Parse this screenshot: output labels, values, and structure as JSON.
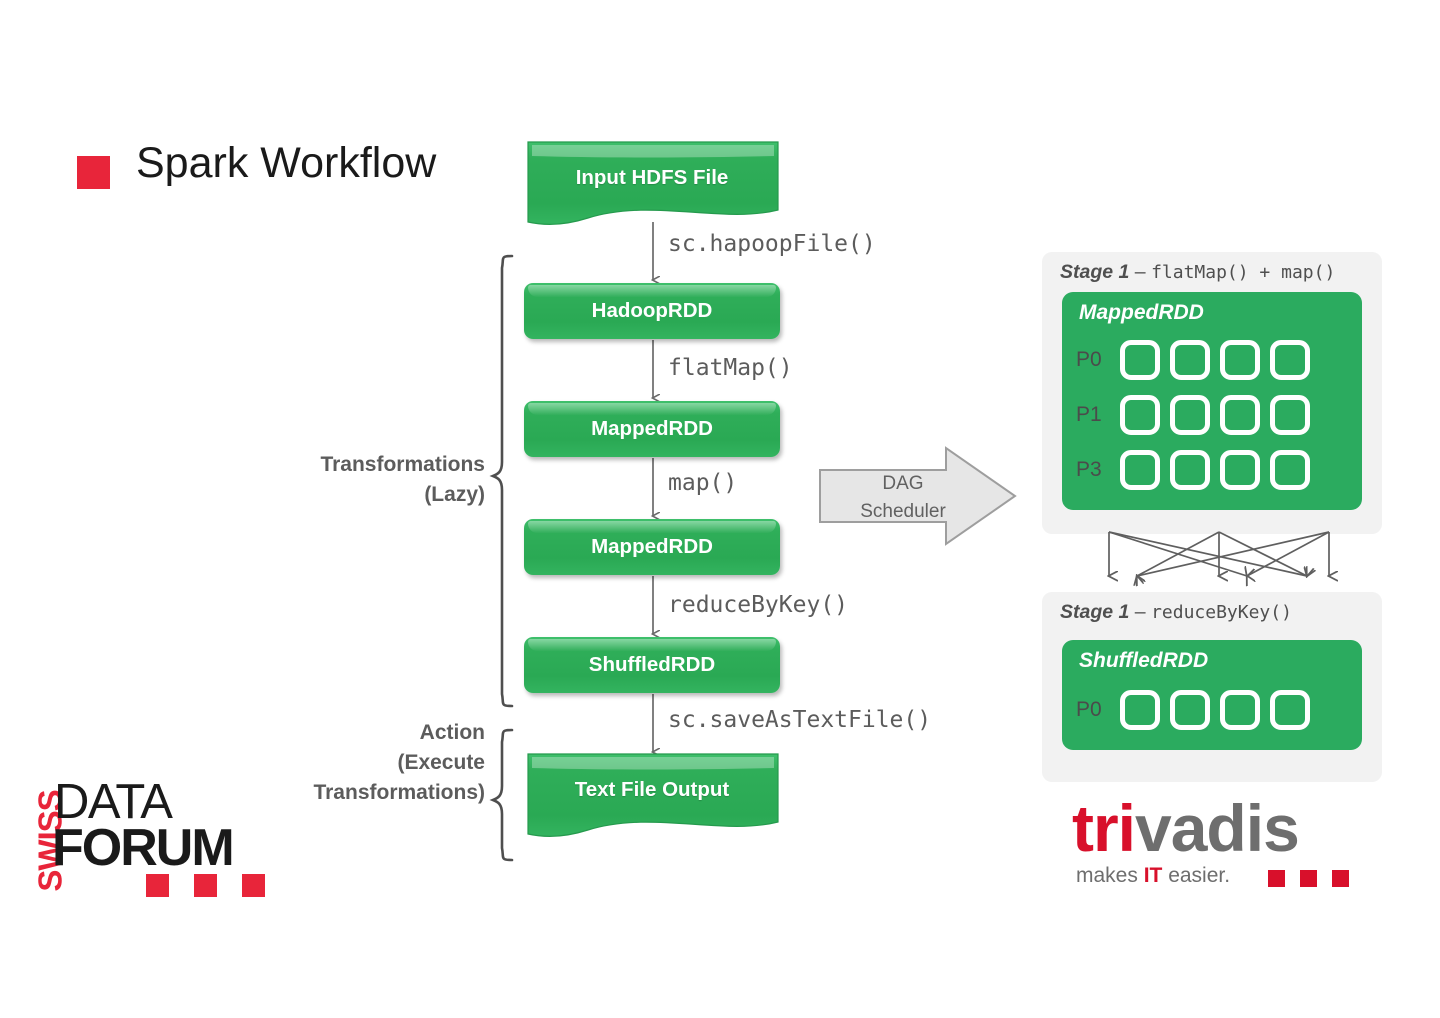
{
  "slide": {
    "title": "Spark Workflow",
    "bullet_color": "#e8253a",
    "background": "#ffffff"
  },
  "flow": {
    "nodes": [
      {
        "label": "Input HDFS File",
        "shape": "document"
      },
      {
        "label": "HadoopRDD",
        "shape": "rounded-rect"
      },
      {
        "label": "MappedRDD",
        "shape": "rounded-rect"
      },
      {
        "label": "MappedRDD",
        "shape": "rounded-rect"
      },
      {
        "label": "ShuffledRDD",
        "shape": "rounded-rect"
      },
      {
        "label": "Text File Output",
        "shape": "document"
      }
    ],
    "edges": [
      {
        "label": "sc.hapoopFile()"
      },
      {
        "label": "flatMap()"
      },
      {
        "label": "map()"
      },
      {
        "label": "reduceByKey()"
      },
      {
        "label": "sc.saveAsTextFile()"
      }
    ],
    "node_color": "#2fae59",
    "edge_label_color": "#5c5c5c"
  },
  "groups": {
    "transformations": {
      "line1": "Transformations",
      "line2": "(Lazy)"
    },
    "action": {
      "line1": "Action",
      "line2": "(Execute",
      "line3": "Transformations)"
    }
  },
  "dag_scheduler": {
    "line1": "DAG",
    "line2": "Scheduler",
    "fill": "#e6e6e6",
    "border": "#9e9e9e"
  },
  "stages": [
    {
      "name": "Stage 1",
      "dash": " – ",
      "operation": "flatMap() + map()",
      "rdd_name": "MappedRDD",
      "partitions": [
        {
          "label": "P0",
          "cells": 4
        },
        {
          "label": "P1",
          "cells": 4
        },
        {
          "label": "P3",
          "cells": 4
        }
      ],
      "panel_bg": "#f2f2f2",
      "rdd_color": "#2bab5f"
    },
    {
      "name": "Stage 1",
      "dash": " – ",
      "operation": "reduceByKey()",
      "rdd_name": "ShuffledRDD",
      "partitions": [
        {
          "label": "P0",
          "cells": 4
        }
      ],
      "panel_bg": "#f2f2f2",
      "rdd_color": "#2bab5f"
    }
  ],
  "shuffle": {
    "description": "shuffle-arrows",
    "source_count": 3,
    "target_count": 4,
    "color": "#5c5c5c"
  },
  "logos": {
    "swiss_data_forum": {
      "word_swiss": "SWISS",
      "word_data": "DATA",
      "word_forum": "FORUM",
      "accent": "#e8253a",
      "squares": 3
    },
    "trivadis": {
      "word_red": "tri",
      "word_gray": "vadis",
      "tagline_pre": "makes ",
      "tagline_accent": "IT",
      "tagline_post": " easier.",
      "accent": "#d8102b",
      "gray": "#6e6e6e",
      "squares": 3
    }
  }
}
